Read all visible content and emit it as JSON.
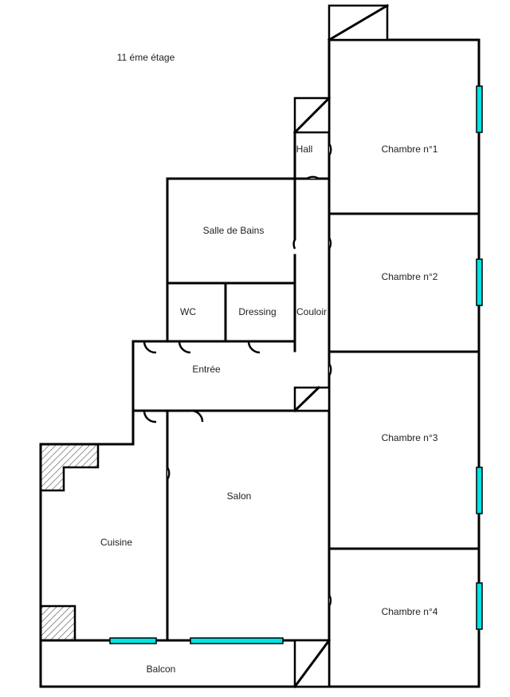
{
  "title": "11 éme étage",
  "rooms": {
    "chambre1": "Chambre n°1",
    "chambre2": "Chambre n°2",
    "chambre3": "Chambre n°3",
    "chambre4": "Chambre n°4",
    "hall": "Hall",
    "salle_de_bains": "Salle de Bains",
    "wc": "WC",
    "dressing": "Dressing",
    "couloir": "Couloir",
    "entree": "Entrée",
    "salon": "Salon",
    "cuisine": "Cuisine",
    "balcon": "Balcon"
  },
  "colors": {
    "window": "#00e5e5",
    "wall": "#000000"
  }
}
